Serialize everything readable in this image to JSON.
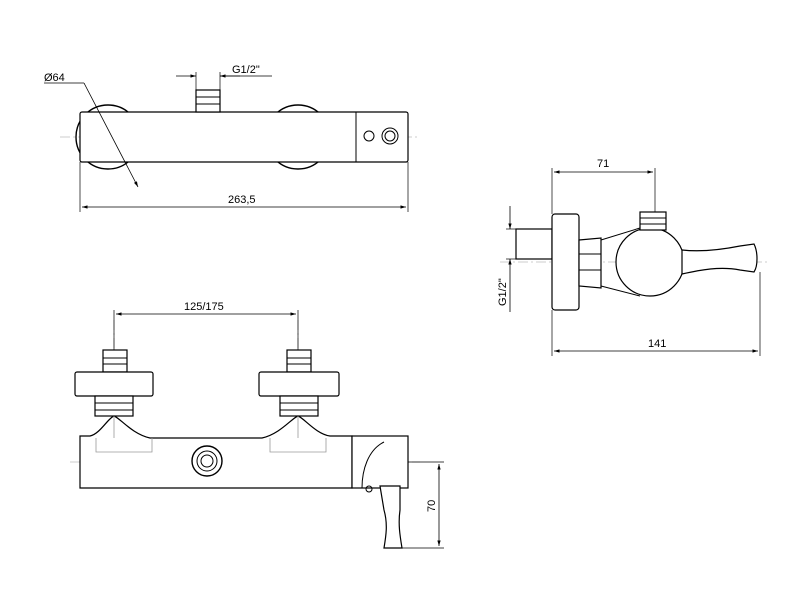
{
  "dimensions": {
    "top_diameter": "Ø64",
    "top_thread": "G1/2\"",
    "top_length": "263,5",
    "side_depth": "71",
    "side_thread": "G1/2\"",
    "side_total": "141",
    "front_centers": "125/175",
    "front_height": "70"
  }
}
